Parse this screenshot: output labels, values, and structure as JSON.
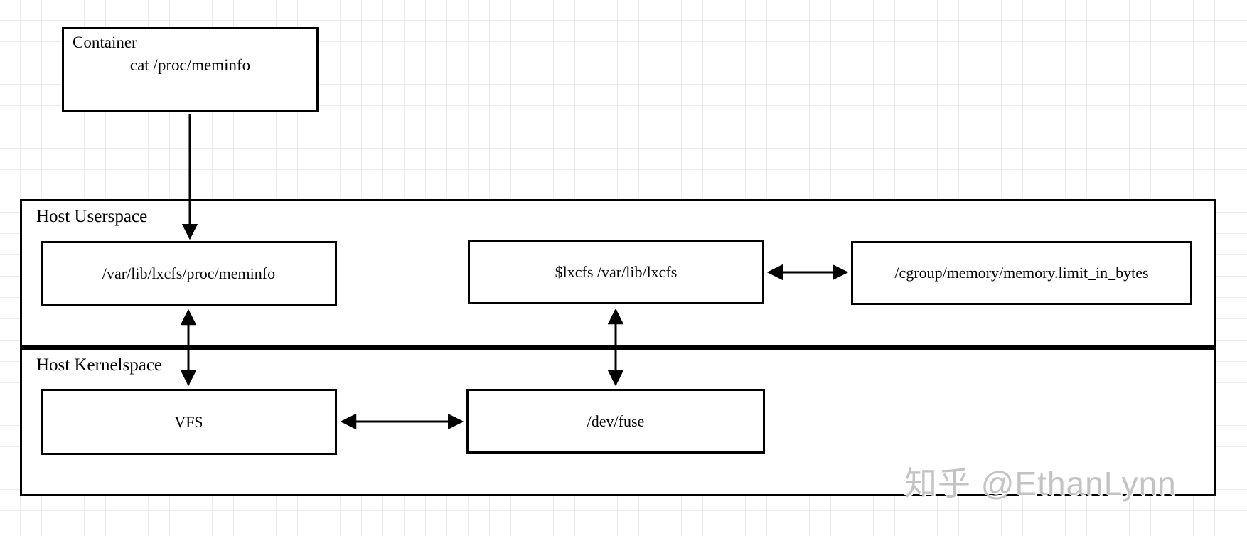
{
  "diagram": {
    "container_box": {
      "label": "Container",
      "command": "cat /proc/meminfo"
    },
    "sections": [
      {
        "id": "userspace",
        "label": "Host Userspace"
      },
      {
        "id": "kernelspace",
        "label": "Host Kernelspace"
      }
    ],
    "nodes": [
      {
        "id": "meminfo",
        "label": "/var/lib/lxcfs/proc/meminfo",
        "section": "userspace"
      },
      {
        "id": "lxcfs",
        "label": "$lxcfs /var/lib/lxcfs",
        "section": "userspace"
      },
      {
        "id": "cgroup",
        "label": "/cgroup/memory/memory.limit_in_bytes",
        "section": "userspace"
      },
      {
        "id": "vfs",
        "label": "VFS",
        "section": "kernelspace"
      },
      {
        "id": "devfuse",
        "label": "/dev/fuse",
        "section": "kernelspace"
      }
    ],
    "edges": [
      {
        "from": "container",
        "to": "meminfo",
        "arrows": "single"
      },
      {
        "from": "meminfo",
        "to": "vfs",
        "arrows": "double"
      },
      {
        "from": "lxcfs",
        "to": "devfuse",
        "arrows": "double"
      },
      {
        "from": "lxcfs",
        "to": "cgroup",
        "arrows": "double"
      },
      {
        "from": "vfs",
        "to": "devfuse",
        "arrows": "double"
      }
    ]
  },
  "watermark": {
    "text": "知乎 @EthanLynn",
    "color": "#c3c3c3"
  },
  "colors": {
    "line": "#000000",
    "box_fill": "#ffffff",
    "grid_minor": "#ebebeb",
    "grid_major": "#dfdfdf",
    "background": "#ffffff"
  }
}
